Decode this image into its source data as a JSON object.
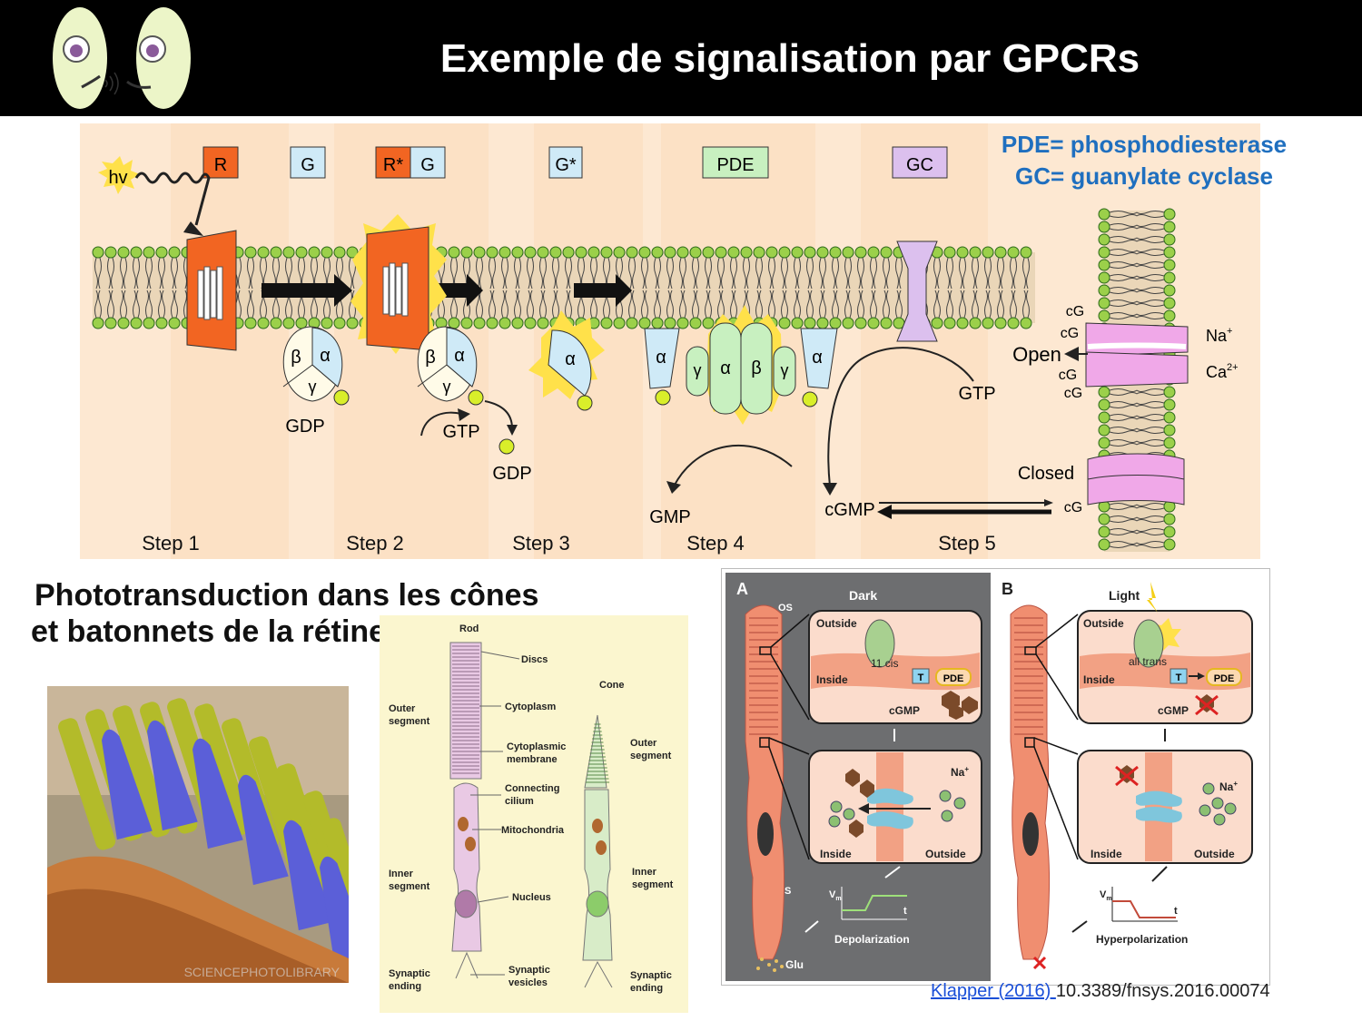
{
  "slide": {
    "title": "Exemple de signalisation par GPCRs",
    "legend": {
      "line1": "PDE= phosphodiesterase",
      "line2": "GC= guanylate cyclase"
    },
    "subtitle_line1": "Phototransduction dans les cônes",
    "subtitle_line2": "et batonnets de la rétine",
    "citation": {
      "link_text": "Klapper (2016) ",
      "doi": "10.3389/fnsys.2016.00074"
    }
  },
  "pathway": {
    "boxes": {
      "r": "R",
      "g": "G",
      "rstar": "R*",
      "g2": "G",
      "gstar": "G*",
      "pde": "PDE",
      "gc": "GC"
    },
    "hv": "hv",
    "alpha": "α",
    "beta": "β",
    "gamma": "γ",
    "gdp": "GDP",
    "gtp": "GTP",
    "gdp2": "GDP",
    "gtp2": "GTP",
    "gmp": "GMP",
    "cgmp": "cGMP",
    "cg": "cG",
    "na": "Na",
    "na_sup": "+",
    "ca": "Ca",
    "ca_sup": "2+",
    "open": "Open",
    "closed": "Closed",
    "steps": [
      "Step 1",
      "Step 2",
      "Step 3",
      "Step 4",
      "Step 5"
    ],
    "colors": {
      "receptor": "#f26522",
      "g_box": "#cfeaf7",
      "pde_box": "#c8f0c0",
      "gc_box": "#dcc0ee",
      "lipid_head": "#9bd04a",
      "membrane_bg": "#e8cfa8",
      "panel_bg": "#fde4c7",
      "channel": "#f0a8e8"
    }
  },
  "cells": {
    "rod": "Rod",
    "cone": "Cone",
    "discs": "Discs",
    "cytoplasm": "Cytoplasm",
    "cytoplasmic1": "Cytoplasmic",
    "cytoplasmic2": "membrane",
    "connecting1": "Connecting",
    "connecting2": "cilium",
    "mitochondria": "Mitochondria",
    "nucleus": "Nucleus",
    "synaptic_vesicles1": "Synaptic",
    "synaptic_vesicles2": "vesicles",
    "outer1": "Outer",
    "outer2": "segment",
    "inner1": "Inner",
    "inner2": "segment",
    "synaptic1": "Synaptic",
    "synaptic2": "ending"
  },
  "panels": {
    "a_letter": "A",
    "b_letter": "B",
    "dark": "Dark",
    "light": "Light",
    "os": "OS",
    "is": "IS",
    "outside": "Outside",
    "inside": "Inside",
    "cis": "11 cis",
    "trans": "all trans",
    "t": "T",
    "pde": "PDE",
    "cgmp": "cGMP",
    "na": "Na",
    "na_sup": "+",
    "vm": "V",
    "vm_sub": "m",
    "t_axis": "t",
    "depol": "Depolarization",
    "hyperpol": "Hyperpolarization",
    "glu": "Glu"
  }
}
